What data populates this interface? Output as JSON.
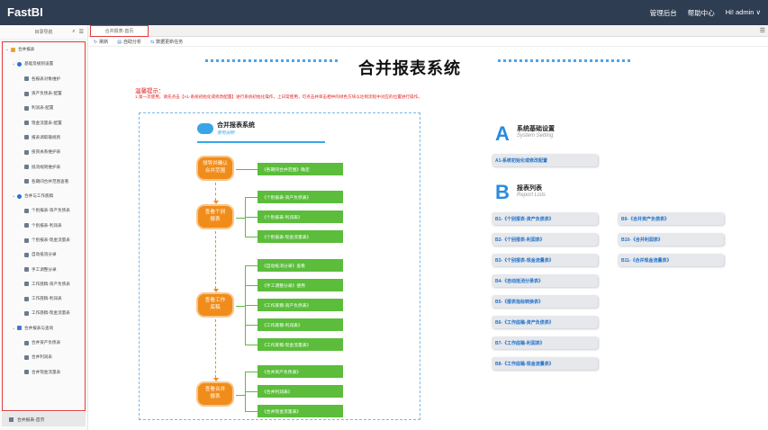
{
  "header": {
    "brand": "FastBI",
    "nav": [
      "管理后台",
      "帮助中心",
      "Hi! admin ∨"
    ]
  },
  "sidebar": {
    "heading": "目录导航",
    "items": [
      {
        "label": "合并报表",
        "level": 0,
        "icon": "folder-icon"
      },
      {
        "label": "基础及规则设置",
        "level": 1,
        "icon": "settings-icon"
      },
      {
        "label": "各报表对象维护",
        "level": 2,
        "icon": "report-icon"
      },
      {
        "label": "资产负债表-配置",
        "level": 2,
        "icon": "report-icon"
      },
      {
        "label": "利润表-配置",
        "level": 2,
        "icon": "report-icon"
      },
      {
        "label": "现金流量表-配置",
        "level": 2,
        "icon": "report-icon"
      },
      {
        "label": "报表调取输规则",
        "level": 2,
        "icon": "report-icon"
      },
      {
        "label": "投资关系维护表",
        "level": 2,
        "icon": "report-icon"
      },
      {
        "label": "抵消规则维护表",
        "level": 2,
        "icon": "report-icon"
      },
      {
        "label": "各期间合并范围查看",
        "level": 2,
        "icon": "report-icon"
      },
      {
        "label": "合并与工作底稿",
        "level": 1,
        "icon": "settings-icon"
      },
      {
        "label": "个别报表-资产负债表",
        "level": 2,
        "icon": "report-icon"
      },
      {
        "label": "个别报表-利润表",
        "level": 2,
        "icon": "report-icon"
      },
      {
        "label": "个别报表-现金流量表",
        "level": 2,
        "icon": "report-icon"
      },
      {
        "label": "自动抵消分录",
        "level": 2,
        "icon": "report-icon"
      },
      {
        "label": "手工调整分录",
        "level": 2,
        "icon": "report-icon"
      },
      {
        "label": "工作底稿-资产负债表",
        "level": 2,
        "icon": "report-icon"
      },
      {
        "label": "工作底稿-利润表",
        "level": 2,
        "icon": "report-icon"
      },
      {
        "label": "工作底稿-现金流量表",
        "level": 2,
        "icon": "report-icon"
      },
      {
        "label": "合并报表与查询",
        "level": 1,
        "icon": "doc-icon"
      },
      {
        "label": "合并资产负债表",
        "level": 2,
        "icon": "report-icon"
      },
      {
        "label": "合并利润表",
        "level": 2,
        "icon": "report-icon"
      },
      {
        "label": "合并现金流量表",
        "level": 2,
        "icon": "report-icon"
      }
    ],
    "bottom_item": "合并报表-首页"
  },
  "tabs": {
    "active": "合并报表-首页"
  },
  "toolbar": {
    "refresh": "刷新",
    "auto_analysis": "自助分析",
    "data_update": "数据更新任务"
  },
  "page": {
    "title": "合并报表系统",
    "tip_title": "温馨提示：",
    "tip_text": "1.第一次使用，请先点击【A1-系统初始化或修改配置】进行系统初始化操作，上日常使用，可点击并单击相中的绿色方块以达到流程中对应的位置进行操作。"
  },
  "flow": {
    "title": "合并报表系统",
    "subtitle": "使用说明",
    "stages": [
      "领导并确认\n合并范围",
      "查看个别\n报表",
      "查看工作\n底稿",
      "查看合并\n报表"
    ],
    "groups": [
      [
        "《各期间合并范围》确定"
      ],
      [
        "《个别报表-资产负债表》",
        "《个别报表-利润表》",
        "《个别报表-现金流量表》"
      ],
      [
        "《自动抵消分录》查看",
        "《手工调整分录》使用",
        "《工作底稿-资产负债表》",
        "《工作底稿-利润表》",
        "《工作底稿-现金流量表》"
      ],
      [
        "《合并资产负债表》",
        "《合并利润表》",
        "《合并现金流量表》"
      ]
    ]
  },
  "section_a": {
    "letter": "A",
    "title": "系统基础设置",
    "subtitle": "System Setting",
    "items": [
      "A1-系统初始化或修改配置"
    ]
  },
  "section_b": {
    "letter": "B",
    "title": "报表列表",
    "subtitle": "Report Lists",
    "col1": [
      "B1-《个别报表-资产负债表》",
      "B2-《个别报表-利润表》",
      "B3-《个别报表-现金流量表》",
      "B4-《自动抵消分录表》",
      "B5-《报表指标转换表》",
      "B6-《工作底稿-资产负债表》",
      "B7-《工作底稿-利润表》",
      "B8-《工作底稿-现金流量表》"
    ],
    "col2": [
      "B9-《合并资产负债表》",
      "B10-《合并利润表》",
      "B11-《合并现金流量表》"
    ]
  },
  "colors": {
    "topbar": "#2f3d52",
    "stage": "#f08c1a",
    "green_box": "#5bbd3b",
    "accent_blue": "#2a8be0",
    "highlight_red": "#e03b3b"
  }
}
